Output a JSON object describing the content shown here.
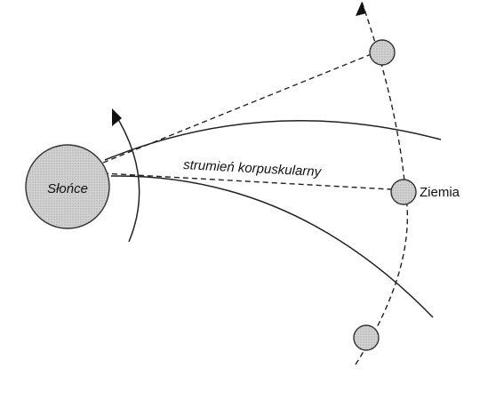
{
  "labels": {
    "sun": "Słońce",
    "stream": "strumień korpuskularny",
    "earth": "Ziemia"
  },
  "caption": "",
  "colors": {
    "body_fill": "#c9c9c9",
    "stroke": "#222222"
  }
}
